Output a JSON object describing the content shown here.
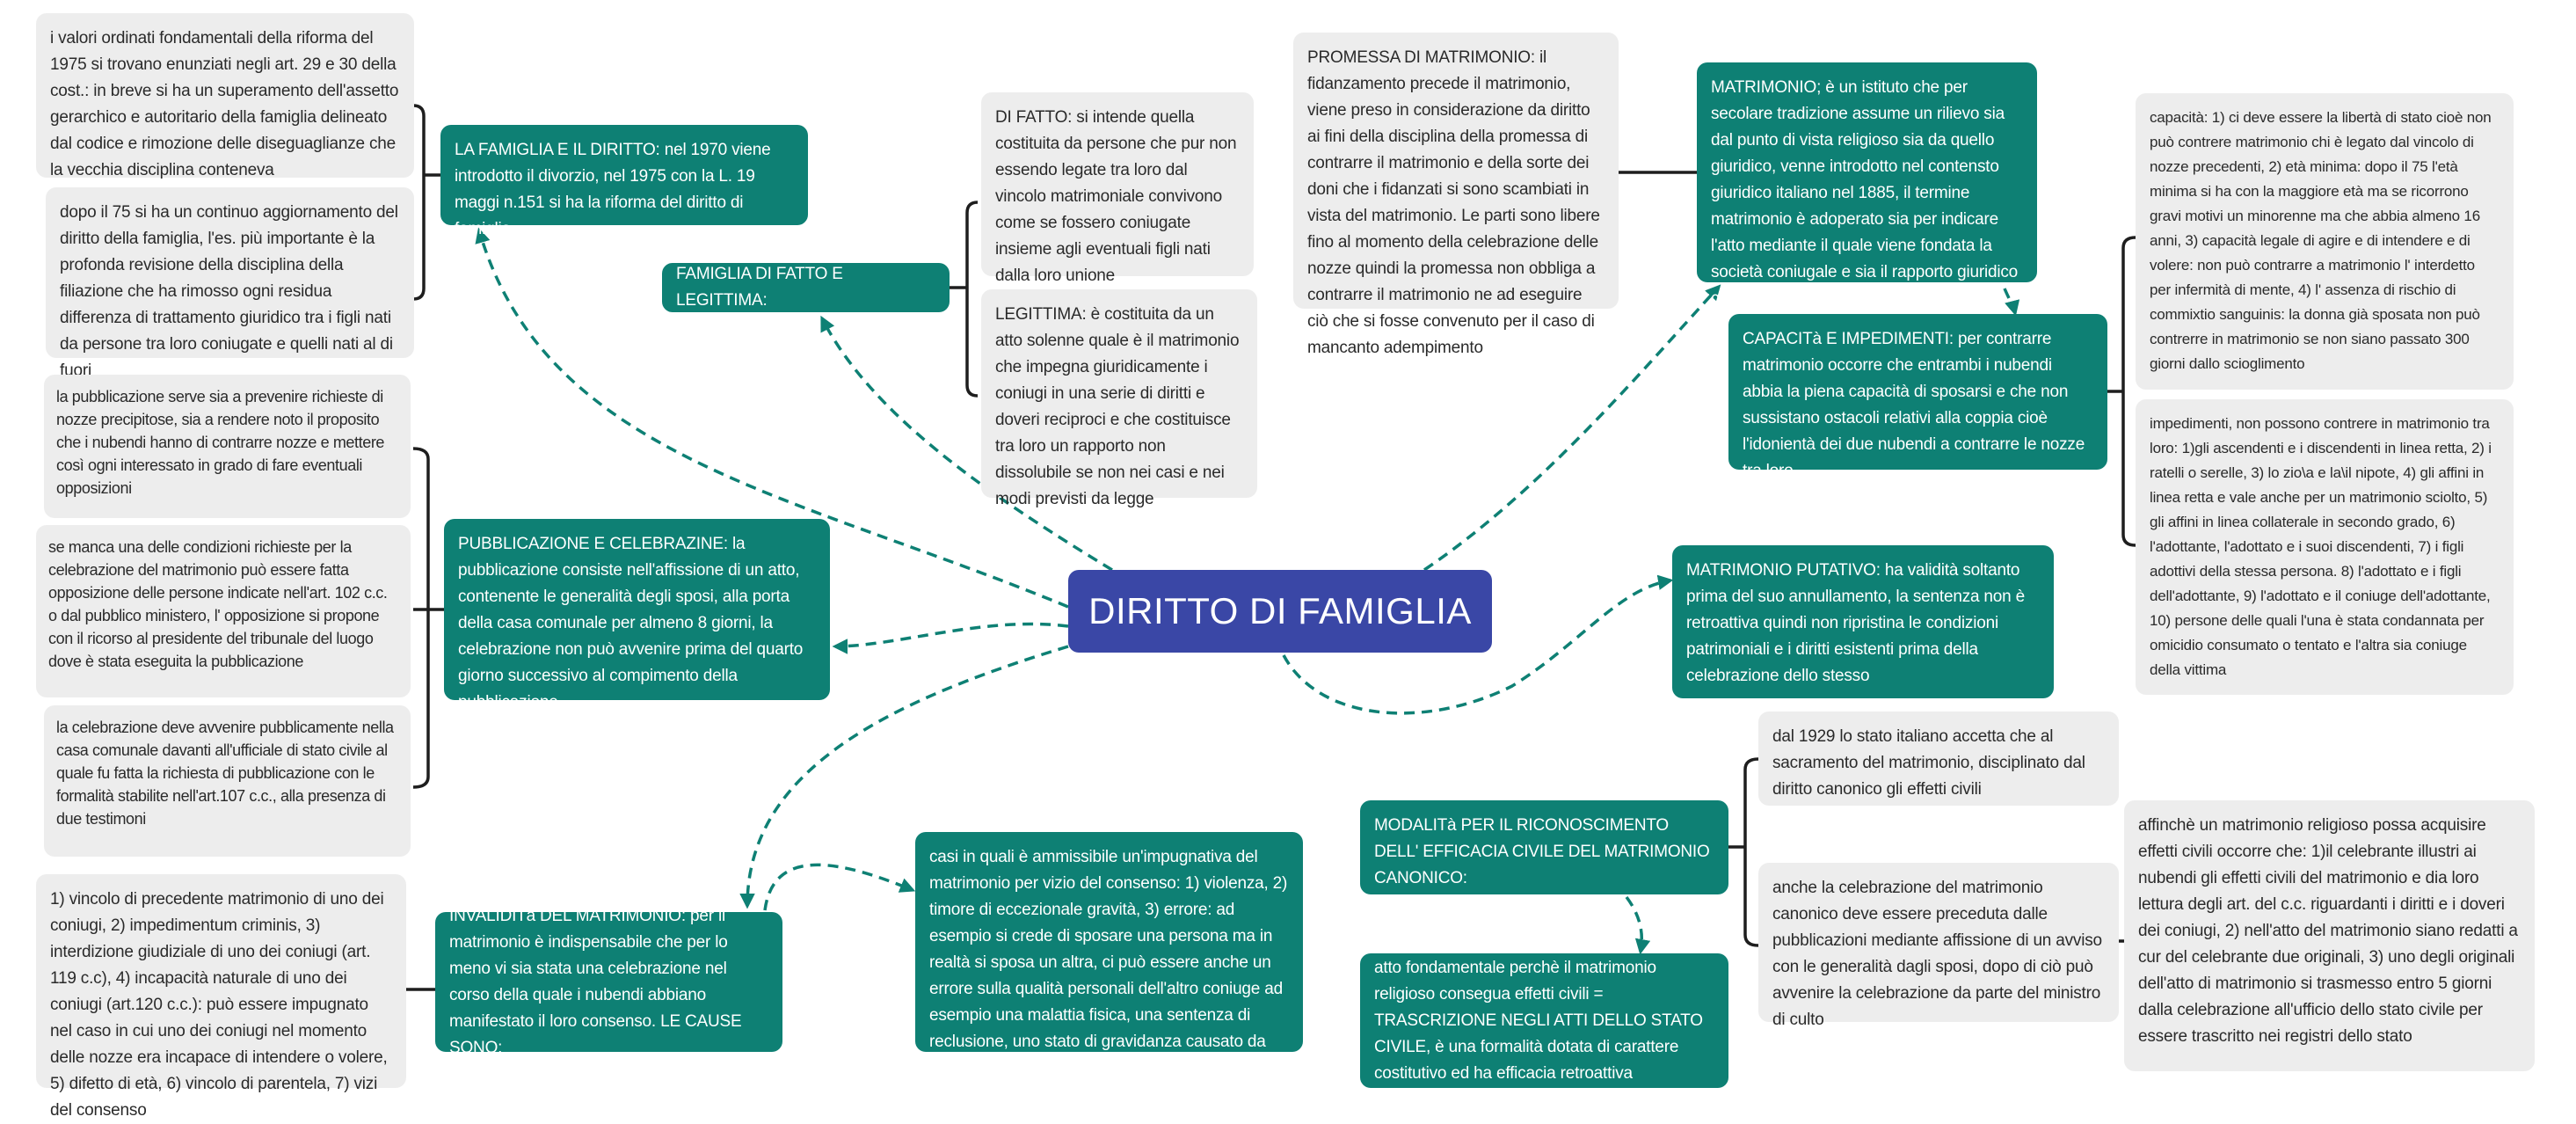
{
  "title": "DIRITTO DI FAMIGLIA",
  "colors": {
    "teal": "#0e8074",
    "gray": "#ededed",
    "center": "#3a47a6"
  },
  "left": {
    "famiglia_diritto": {
      "main": "LA FAMIGLIA E IL DIRITTO: nel 1970 viene introdotto il divorzio, nel 1975  con la L. 19 maggi n.151 si ha la riforma del diritto di famiglia",
      "details": [
        "i valori ordinati fondamentali della riforma del 1975 si trovano enunziati negli art. 29 e 30 della cost.: in breve si ha un superamento dell'assetto gerarchico e autoritario della famiglia delineato dal codice e rimozione delle diseguaglianze che la vecchia disciplina conteneva",
        "dopo il 75 si ha un continuo aggiornamento del diritto della famiglia, l'es. più importante è la profonda revisione della disciplina della filiazione che ha rimosso ogni residua differenza di trattamento giuridico tra i figli nati da persone tra loro coniugate e quelli nati al di fuori"
      ]
    },
    "pubblicazione": {
      "main": "PUBBLICAZIONE E CELEBRAZINE: la pubblicazione consiste nell'affissione di un atto, contenente le generalità degli sposi, alla porta della casa comunale per almeno 8 giorni, la celebrazione non può avvenire prima del quarto giorno successivo al compimento della pubblicazione",
      "details": [
        "la pubblicazione serve sia a prevenire richieste di nozze precipitose, sia a rendere noto il proposito che i nubendi hanno di contrarre nozze e mettere così ogni interessato in grado di fare eventuali opposizioni",
        "se manca una delle condizioni richieste per la celebrazione del matrimonio può essere fatta opposizione delle persone indicate nell'art. 102 c.c. o dal pubblico ministero, l' opposizione si propone con il ricorso al presidente del tribunale del luogo dove è stata eseguita la pubblicazione",
        "la celebrazione deve avvenire pubblicamente nella casa comunale davanti all'ufficiale di stato civile al quale fu fatta la richiesta di pubblicazione con le formalità stabilite nell'art.107 c.c., alla presenza di due testimoni"
      ]
    },
    "invalidita": {
      "main": "INVALIDITà DEL MATRIMONIO: per il matrimonio è indispensabile che per lo meno vi sia stata una celebrazione nel corso della quale i nubendi abbiano manifestato il loro consenso. LE CAUSE SONO:",
      "causes": "1) vincolo di precedente matrimonio di uno dei coniugi, 2) impedimentum criminis, 3) interdizione giudiziale di uno dei coniugi (art. 119 c.c), 4) incapacità naturale di uno dei coniugi (art.120 c.c.): può essere impugnato nel caso in cui uno dei coniugi nel momento delle nozze era incapace di intendere o volere, 5) difetto di età, 6) vincolo di parentela, 7) vizi del consenso",
      "vizi": "casi in quali è ammissibile un'impugnativa del matrimonio per vizio del consenso: 1) violenza, 2) timore di eccezionale gravità, 3) errore: ad esempio si crede di sposare una persona ma in realtà si sposa un altra, ci può essere anche un errore sulla qualità personali dell'altro coniuge ad esempio una malattia fisica, una sentenza di reclusione, uno stato di gravidanza causato da terzi"
    }
  },
  "top": {
    "famiglia_fatto": {
      "main": "FAMIGLIA DI FATTO E LEGITTIMA:",
      "details": [
        "DI FATTO: si intende quella costituita da persone che pur non essendo legate tra loro dal vincolo matrimoniale convivono come se fossero coniugate insieme agli eventuali figli nati dalla loro unione",
        "LEGITTIMA: è costituita da un atto solenne quale è il matrimonio che impegna giuridicamente i coniugi in una serie di diritti e doveri reciproci e che costituisce tra loro un rapporto non dissolubile se non nei casi e nei modi previsti da legge"
      ]
    },
    "promessa": "PROMESSA DI MATRIMONIO: il fidanzamento precede il matrimonio, viene preso in considerazione da diritto ai fini della disciplina della promessa di contrarre il matrimonio e della sorte dei doni che i fidanzati si sono scambiati in vista del matrimonio. Le parti sono libere fino al momento della celebrazione delle nozze quindi la promessa non obbliga a contrarre il matrimonio ne ad eseguire ciò che si fosse convenuto per il caso di mancanto adempimento"
  },
  "right": {
    "matrimonio": "MATRIMONIO; è un istituto che per secolare tradizione assume un rilievo sia dal punto di vista religioso sia da quello giuridico, venne introdotto nel contensto giuridico italiano nel 1885, il termine matrimonio è adoperato sia per indicare l'atto mediante il quale viene fondata la società coniugale e sia il rapporto giuridico che ne deriva in capo agli sposi",
    "capacita": {
      "main": "CAPACITà E IMPEDIMENTI: per contrarre matrimonio occorre che entrambi i nubendi abbia la piena capacità di sposarsi e che non sussistano ostacoli relativi alla coppia cioè l'idonientà dei due nubendi a contrarre le nozze tra loro",
      "details": [
        "capacità: 1) ci deve essere la libertà di stato cioè non può contrere matrimonio chi è legato dal vincolo di nozze precedenti, 2) età minima: dopo il 75 l'età minima si ha con la maggiore età ma se ricorrono gravi motivi un minorenne ma che abbia almeno 16 anni, 3) capacità legale di agire e di intendere e di volere: non può contrarre a matrimonio l' interdetto per infermità di mente, 4) l' assenza di rischio di commixtio sanguinis: la donna già sposata non può contrerre in matrimonio se non siano passato 300 giorni dallo scioglimento",
        "impedimenti, non possono contrere in matrimonio tra loro: 1)gli ascendenti e i discendenti in linea retta, 2) i ratelli o serelle, 3) lo zio\\a e la\\il nipote, 4) gli affini in linea retta e vale anche per un matrimonio sciolto, 5) gli affini in linea collaterale in secondo grado, 6) l'adottante, l'adottato e i suoi discendenti, 7) i figli adottivi della stessa persona. 8) l'adottato e i figli dell'adottante, 9) l'adottato e il coniuge dell'adottante, 10) persone delle quali l'una è stata condannata per omicidio consumato o tentato e l'altra sia coniuge della vittima"
      ]
    },
    "putativo": "MATRIMONIO PUTATIVO: ha validità soltanto prima del suo annullamento, la sentenza non è retroattiva quindi non ripristina le condizioni patrimoniali e i diritti esistenti prima della celebrazione dello stesso",
    "modalita": {
      "main": "MODALITà PER IL RICONOSCIMENTO DELL' EFFICACIA CIVILE DEL MATRIMONIO CANONICO:",
      "atto": "atto fondamentale perchè il matrimonio religioso consegua effetti civili = TRASCRIZIONE NEGLI ATTI DELLO STATO CIVILE, è una formalità dotata di carattere costitutivo ed ha efficacia retroattiva",
      "details": [
        "dal 1929 lo stato italiano accetta che al sacramento del matrimonio, disciplinato dal diritto canonico gli effetti civili",
        "anche la celebrazione del matrimonio canonico deve essere preceduta dalle pubblicazioni mediante affissione di un avviso con le generalità dagli sposi, dopo di ciò può avvenire la celebrazione da parte del ministro di culto"
      ],
      "affinche": "affinchè un matrimonio religioso possa acquisire effetti civili occorre che: 1)il celebrante illustri ai nubendi gli effetti civili del matrimonio e dia loro lettura degli art. del c.c. riguardanti i diritti e i doveri dei coniugi, 2) nell'atto del matrimonio siano redatti a cur del celebrante due originali, 3) uno degli originali dell'atto di matrimonio si trasmesso entro 5 giorni dalla celebrazione all'ufficio dello stato civile per essere trascritto nei registri dello stato"
    }
  }
}
